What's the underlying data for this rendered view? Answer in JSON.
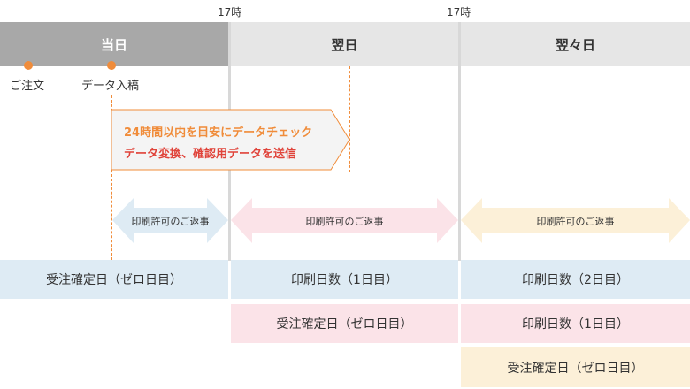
{
  "time_labels": [
    "17時",
    "17時"
  ],
  "headers": [
    "当日",
    "翌日",
    "翌々日"
  ],
  "events": [
    {
      "label": "ご注文"
    },
    {
      "label": "データ入稿"
    }
  ],
  "callout": {
    "line1": "24時間以内を目安にデータチェック",
    "line2": "データ変換、確認用データを送信"
  },
  "arrows": [
    "印刷許可のご返事",
    "印刷許可のご返事",
    "印刷許可のご返事"
  ],
  "rows": [
    [
      "受注確定日（ゼロ日目）",
      "印刷日数（1日目）",
      "印刷日数（2日目）"
    ],
    [
      "",
      "受注確定日（ゼロ日目）",
      "印刷日数（1日目）"
    ],
    [
      "",
      "",
      "受注確定日（ゼロ日目）"
    ]
  ],
  "colors": {
    "header_today_bg": "#a8a8a8",
    "header_other_bg": "#e6e6e6",
    "accent_orange": "#f08c3a",
    "accent_red": "#e0433a",
    "blue": "#deebf4",
    "pink": "#fbe3e8",
    "beige": "#fcf0d8"
  }
}
